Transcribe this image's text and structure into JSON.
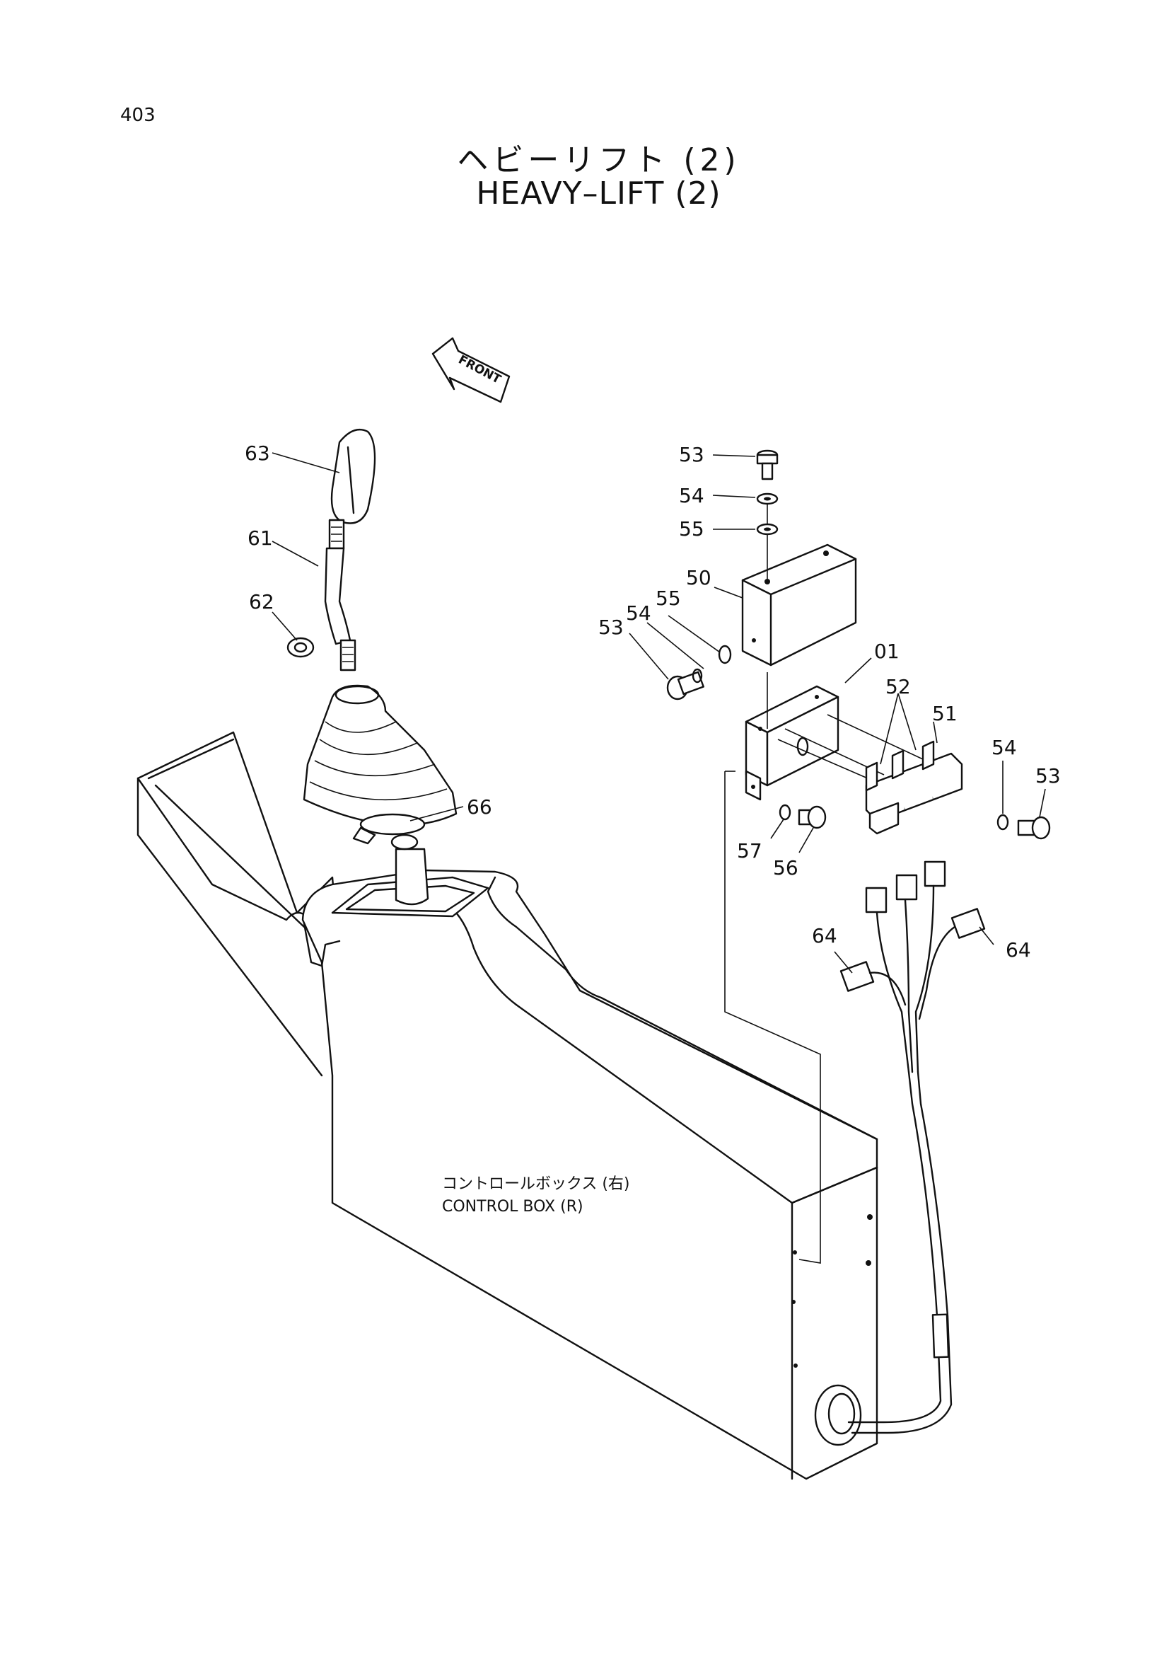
{
  "page_number": "403",
  "title_jp": "ヘビーリフト (2)",
  "title_en": "HEAVY–LIFT (2)",
  "front_label": "FRONT",
  "caption_jp": "コントロールボックス (右)",
  "caption_en": "CONTROL BOX (R)",
  "part_labels": {
    "p63": "63",
    "p61": "61",
    "p62": "62",
    "p66": "66",
    "p53a": "53",
    "p54a": "54",
    "p55a": "55",
    "p50": "50",
    "p53b": "53",
    "p54b": "54",
    "p55b": "55",
    "p01": "01",
    "p52": "52",
    "p51": "51",
    "p54c": "54",
    "p53c": "53",
    "p57": "57",
    "p56": "56",
    "p64a": "64",
    "p64b": "64"
  }
}
